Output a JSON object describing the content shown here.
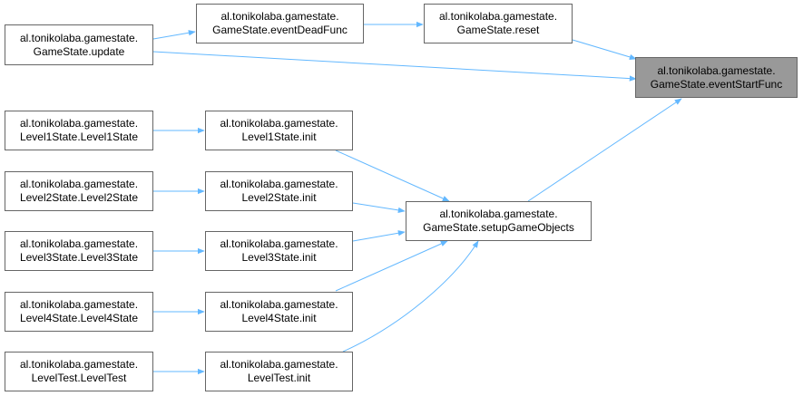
{
  "diagram": {
    "edge_color": "#63b8ff",
    "root_fill": "#999999",
    "node_border": "#666666",
    "nodes": {
      "eventStartFunc": {
        "line1": "al.tonikolaba.gamestate.",
        "line2": "GameState.eventStartFunc"
      },
      "reset": {
        "line1": "al.tonikolaba.gamestate.",
        "line2": "GameState.reset"
      },
      "eventDeadFunc": {
        "line1": "al.tonikolaba.gamestate.",
        "line2": "GameState.eventDeadFunc"
      },
      "update": {
        "line1": "al.tonikolaba.gamestate.",
        "line2": "GameState.update"
      },
      "setupGameObjects": {
        "line1": "al.tonikolaba.gamestate.",
        "line2": "GameState.setupGameObjects"
      },
      "level1Init": {
        "line1": "al.tonikolaba.gamestate.",
        "line2": "Level1State.init"
      },
      "level2Init": {
        "line1": "al.tonikolaba.gamestate.",
        "line2": "Level2State.init"
      },
      "level3Init": {
        "line1": "al.tonikolaba.gamestate.",
        "line2": "Level3State.init"
      },
      "level4Init": {
        "line1": "al.tonikolaba.gamestate.",
        "line2": "Level4State.init"
      },
      "levelTestInit": {
        "line1": "al.tonikolaba.gamestate.",
        "line2": "LevelTest.init"
      },
      "level1Ctor": {
        "line1": "al.tonikolaba.gamestate.",
        "line2": "Level1State.Level1State"
      },
      "level2Ctor": {
        "line1": "al.tonikolaba.gamestate.",
        "line2": "Level2State.Level2State"
      },
      "level3Ctor": {
        "line1": "al.tonikolaba.gamestate.",
        "line2": "Level3State.Level3State"
      },
      "level4Ctor": {
        "line1": "al.tonikolaba.gamestate.",
        "line2": "Level4State.Level4State"
      },
      "levelTestCtor": {
        "line1": "al.tonikolaba.gamestate.",
        "line2": "LevelTest.LevelTest"
      }
    },
    "edges": [
      {
        "from": "reset",
        "to": "eventStartFunc"
      },
      {
        "from": "update",
        "to": "eventStartFunc"
      },
      {
        "from": "setupGameObjects",
        "to": "eventStartFunc"
      },
      {
        "from": "eventDeadFunc",
        "to": "reset"
      },
      {
        "from": "update",
        "to": "eventDeadFunc"
      },
      {
        "from": "level1Init",
        "to": "setupGameObjects"
      },
      {
        "from": "level2Init",
        "to": "setupGameObjects"
      },
      {
        "from": "level3Init",
        "to": "setupGameObjects"
      },
      {
        "from": "level4Init",
        "to": "setupGameObjects"
      },
      {
        "from": "levelTestInit",
        "to": "setupGameObjects"
      },
      {
        "from": "level1Ctor",
        "to": "level1Init"
      },
      {
        "from": "level2Ctor",
        "to": "level2Init"
      },
      {
        "from": "level3Ctor",
        "to": "level3Init"
      },
      {
        "from": "level4Ctor",
        "to": "level4Init"
      },
      {
        "from": "levelTestCtor",
        "to": "levelTestInit"
      }
    ]
  }
}
